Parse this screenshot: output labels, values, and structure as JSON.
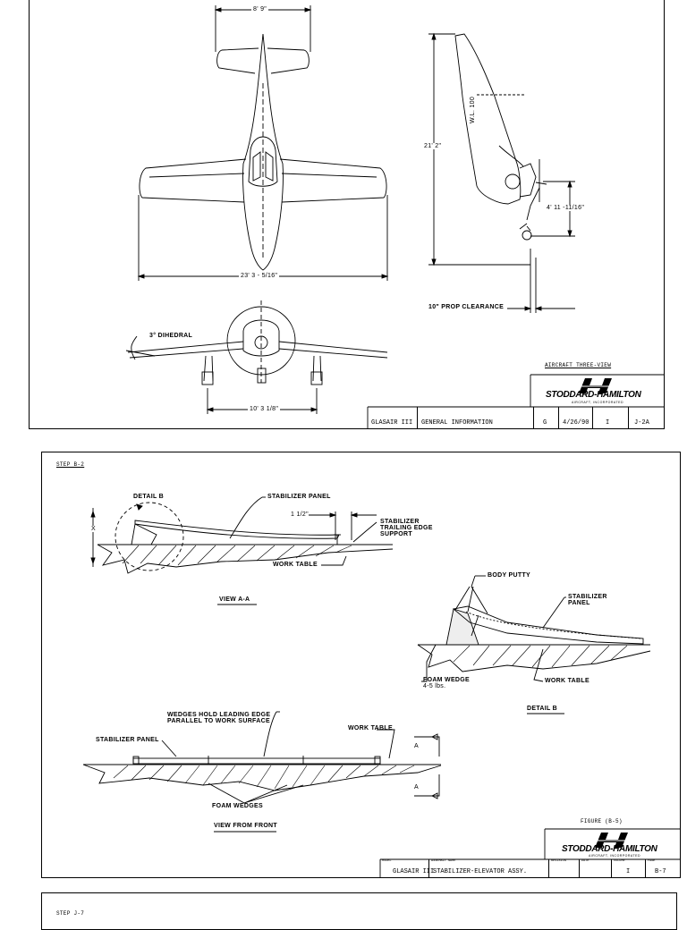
{
  "sheet1": {
    "dims": {
      "span_top": "8' 9\"",
      "wingspan": "23' 3 - 5/16\"",
      "length": "21' 2\"",
      "wl": "W.L. 100",
      "prop_height": "4' 11 -11/16\"",
      "prop_clearance": "10\" PROP CLEARANCE",
      "dihedral": "3° DIHEDRAL",
      "track": "10' 3 1/8\""
    },
    "title": "AIRCRAFT THREE-VIEW",
    "logo": {
      "name": "STODDARD-HAMILTON",
      "sub": "AIRCRAFT, INCORPORATED"
    },
    "title_block": {
      "model": "GLASAIR III",
      "assembly": "GENERAL INFORMATION",
      "revision": "G",
      "date": "4/26/90",
      "volume": "I",
      "page": "J-2A"
    }
  },
  "sheet2": {
    "step": "STEP B-2",
    "labels": {
      "detail_b_callout": "DETAIL B",
      "stabilizer_panel": "STABILIZER PANEL",
      "gap": "1 1/2\"",
      "trailing_edge": [
        "STABILIZER",
        "TRAILING EDGE",
        "SUPPORT"
      ],
      "x": "X",
      "work_table": "WORK TABLE",
      "view_aa": "VIEW  A-A",
      "body_putty": "BODY PUTTY",
      "stab_panel_2": [
        "STABILIZER",
        "PANEL"
      ],
      "foam_wedge": [
        "FOAM WEDGE",
        "4-5 lbs."
      ],
      "work_table_2": "WORK TABLE",
      "detail_b": "DETAIL  B",
      "wedges_hold": [
        "WEDGES HOLD LEADING EDGE",
        "PARALLEL TO WORK SURFACE"
      ],
      "work_table_3": "WORK TABLE",
      "stab_panel_3": "STABILIZER PANEL",
      "a1": "A",
      "a2": "A",
      "foam_wedges": "FOAM WEDGES",
      "view_front": "VIEW FROM FRONT"
    },
    "figure": "FIGURE (B-5)",
    "logo": {
      "name": "STODDARD-HAMILTON",
      "sub": "AIRCRAFT, INCORPORATED"
    },
    "title_block": {
      "model": "GLASAIR III",
      "assembly": "STABILIZER-ELEVATOR ASSY.",
      "revision": "",
      "date": "",
      "volume": "I",
      "page": "B-7"
    },
    "headers": {
      "model": "MODEL",
      "assembly": "ASSEMBLY NAME",
      "revision": "REVISION",
      "date": "DATE",
      "volume": "VOLUME",
      "page": "PAGE"
    }
  },
  "sheet3": {
    "step": "STEP J-7"
  }
}
